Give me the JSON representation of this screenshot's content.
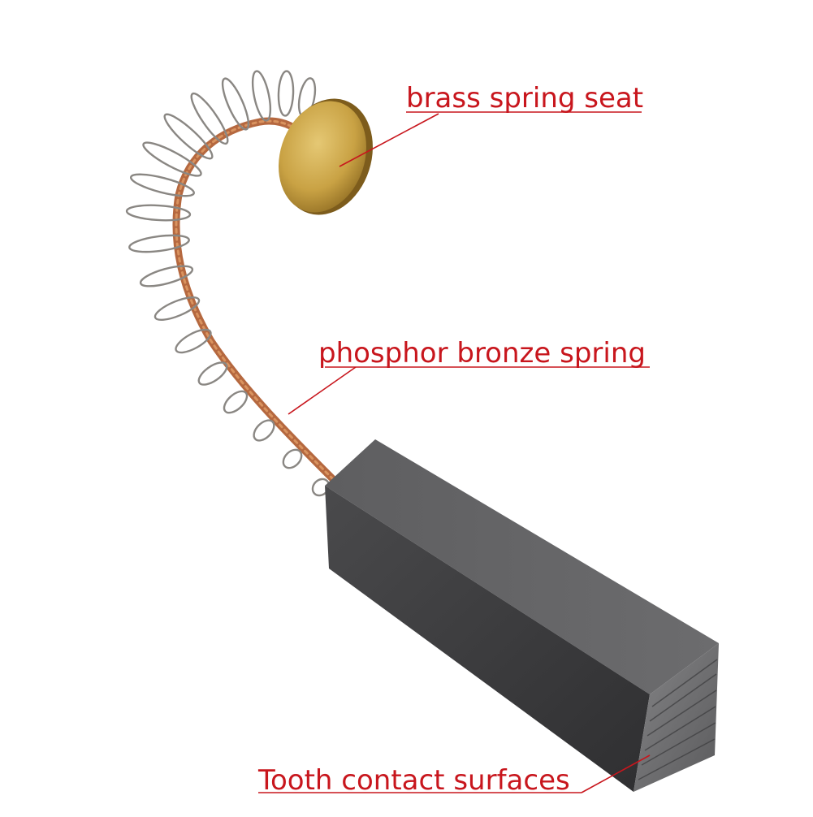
{
  "labels": {
    "brass_seat": "brass spring seat",
    "spring": "phosphor bronze spring",
    "tooth": "Tooth contact surfaces"
  },
  "colors": {
    "label": "#c8161d",
    "leader_line": "#c8161d",
    "spring_wire": "#8a8783",
    "copper_wire": "#b5683f",
    "brass": "#c9a244",
    "carbon_block": "#3d3d3f"
  }
}
